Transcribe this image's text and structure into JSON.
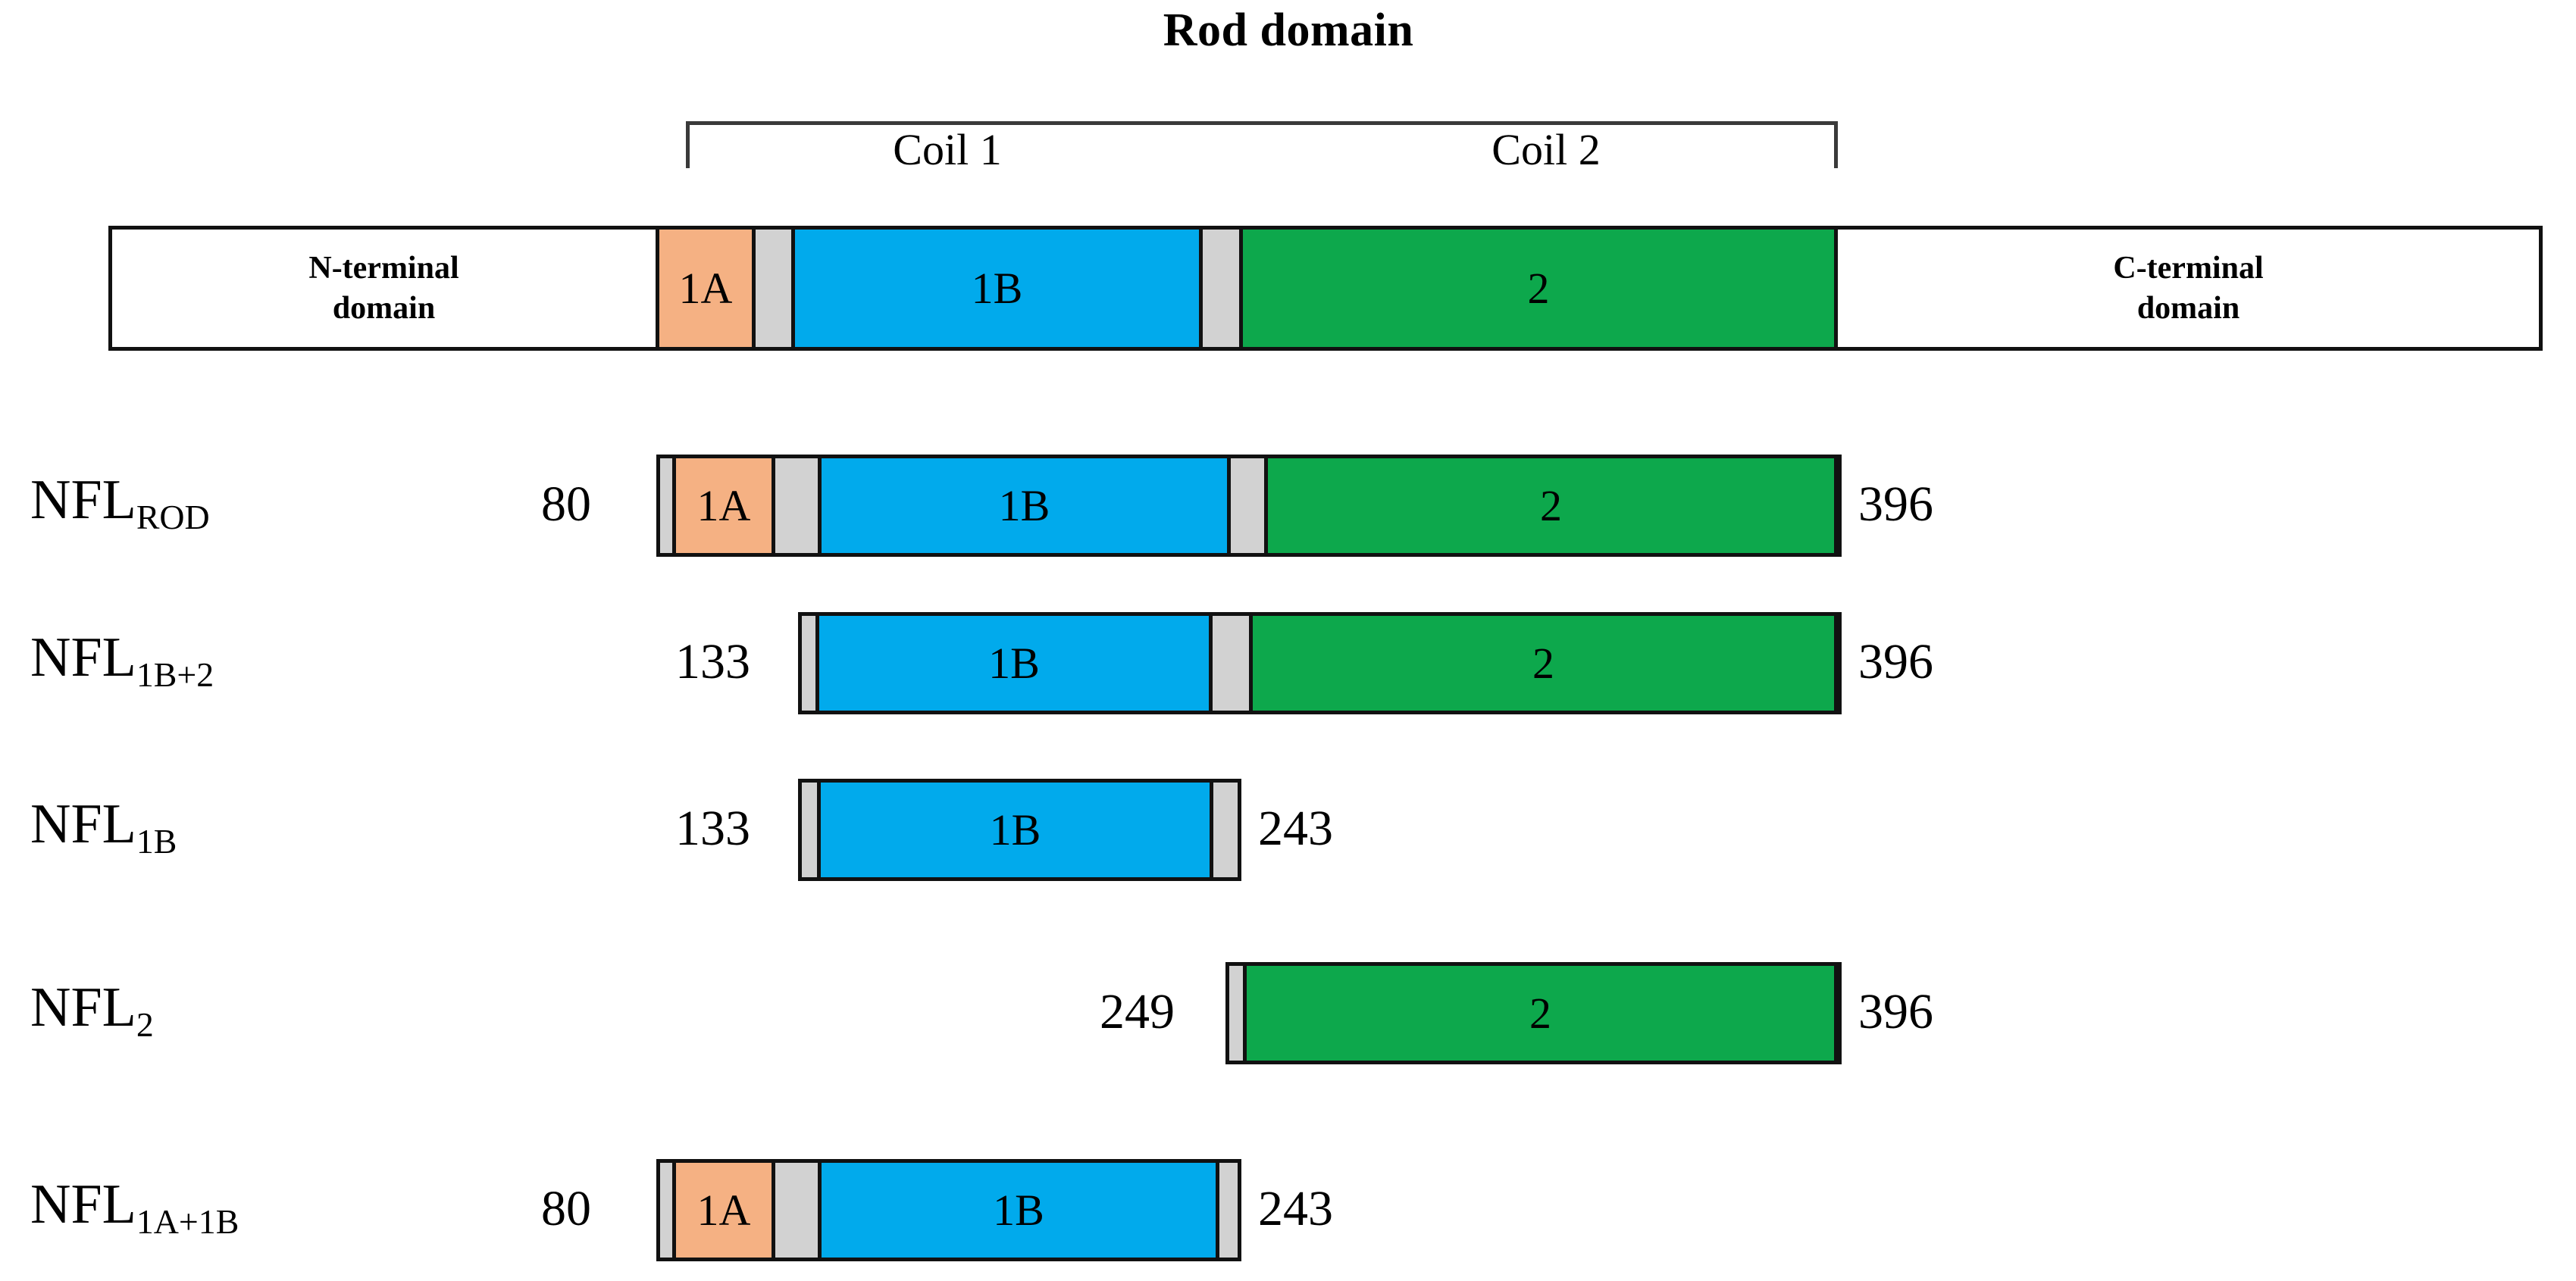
{
  "figure": {
    "title": "Rod domain",
    "coil_labels": [
      "Coil 1",
      "Coil  2"
    ],
    "colors": {
      "coil1a": "#F5B183",
      "coil1b": "#01AAEC",
      "coil2": "#0DA84C",
      "linker": "#D2D2D2",
      "outline": "#111111",
      "background": "#FFFFFF"
    }
  },
  "reference_bar": {
    "segments": [
      {
        "label": "N-terminal\ndomain",
        "label_line1": "N-terminal",
        "label_line2": "domain",
        "type": "terminal"
      },
      {
        "label": "1A",
        "type": "coil1a"
      },
      {
        "label": "",
        "type": "linker"
      },
      {
        "label": "1B",
        "type": "coil1b"
      },
      {
        "label": "",
        "type": "linker"
      },
      {
        "label": "2",
        "type": "coil2"
      },
      {
        "label": "C-terminal\ndomain",
        "label_line1": "C-terminal",
        "label_line2": "domain",
        "type": "terminal"
      }
    ]
  },
  "constructs": [
    {
      "name_base": "NFL",
      "name_sub": "ROD",
      "start": "80",
      "end": "396",
      "segments": [
        "linker",
        "1A",
        "linker",
        "1B",
        "linker",
        "2"
      ],
      "labels": [
        "",
        "1A",
        "",
        "1B",
        "",
        "2"
      ]
    },
    {
      "name_base": "NFL",
      "name_sub": "1B+2",
      "start": "133",
      "end": "396",
      "segments": [
        "linker",
        "1B",
        "linker",
        "2"
      ],
      "labels": [
        "",
        "1B",
        "",
        "2"
      ]
    },
    {
      "name_base": "NFL",
      "name_sub": "1B",
      "start": "133",
      "end": "243",
      "segments": [
        "linker",
        "1B",
        "linker"
      ],
      "labels": [
        "",
        "1B",
        ""
      ]
    },
    {
      "name_base": "NFL",
      "name_sub": "2",
      "start": "249",
      "end": "396",
      "segments": [
        "linker",
        "2"
      ],
      "labels": [
        "",
        "2"
      ]
    },
    {
      "name_base": "NFL",
      "name_sub": "1A+1B",
      "start": "80",
      "end": "243",
      "segments": [
        "linker",
        "1A",
        "linker",
        "1B",
        "linker"
      ],
      "labels": [
        "",
        "1A",
        "",
        "1B",
        ""
      ]
    }
  ]
}
